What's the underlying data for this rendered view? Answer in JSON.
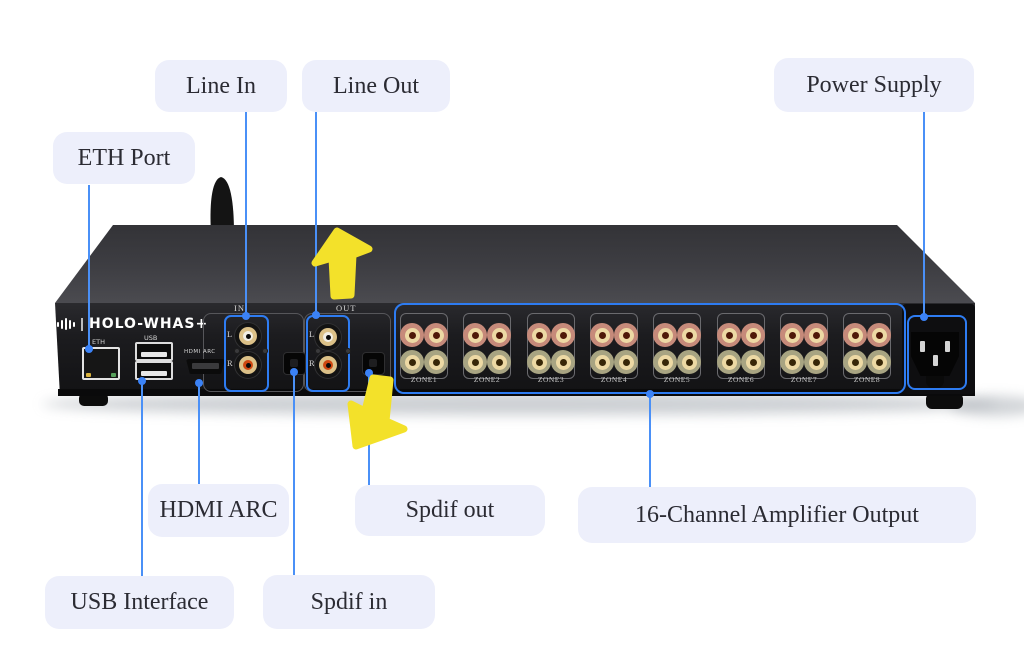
{
  "callouts": {
    "eth_port": "ETH Port",
    "line_in": "Line In",
    "line_out": "Line Out",
    "power_supply": "Power Supply",
    "hdmi_arc": "HDMI ARC",
    "spdif_out": "Spdif out",
    "usb_interface": "USB Interface",
    "spdif_in": "Spdif in",
    "amp_output": "16-Channel Amplifier Output"
  },
  "device": {
    "brand": "HOLO-WHAS+",
    "eth_label": "ETH",
    "usb_label": "USB",
    "hdmi_label": "HDMI ARC",
    "in_label": "IN",
    "out_label": "OUT",
    "l": "L",
    "r": "R",
    "zones": [
      "ZONE1",
      "ZONE2",
      "ZONE3",
      "ZONE4",
      "ZONE5",
      "ZONE6",
      "ZONE7",
      "ZONE8"
    ]
  },
  "colors": {
    "label_bg": "#EDEFFB",
    "label_text": "#2B2B33",
    "line_blue": "#4A90F7",
    "outline_blue": "#2E7CF2",
    "arrow_yellow": "#F3E12A"
  }
}
